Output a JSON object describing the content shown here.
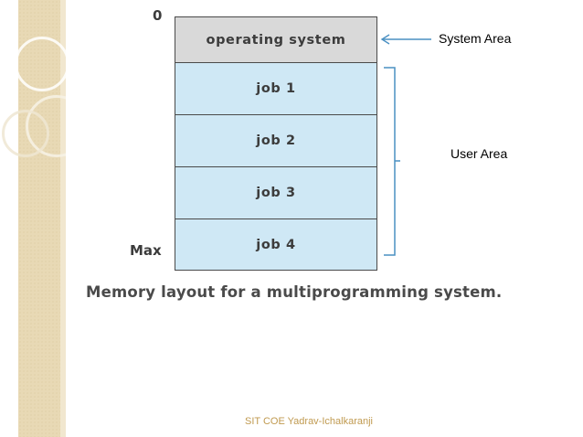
{
  "slide": {
    "caption": "Memory layout for a multiprogramming system.",
    "footer": "SIT COE Yadrav-Ichalkaranji"
  },
  "diagram": {
    "top_label": "0",
    "bottom_label": "Max",
    "blocks": [
      {
        "label": "operating system",
        "type": "system",
        "color": "#d9d9d9"
      },
      {
        "label": "job 1",
        "type": "user",
        "color": "#cfe8f5"
      },
      {
        "label": "job 2",
        "type": "user",
        "color": "#cfe8f5"
      },
      {
        "label": "job 3",
        "type": "user",
        "color": "#cfe8f5"
      },
      {
        "label": "job 4",
        "type": "user",
        "color": "#cfe8f5"
      }
    ]
  },
  "annotations": {
    "system_area": "System Area",
    "user_area": "User Area"
  },
  "theme": {
    "band_color": "#e8d9b5",
    "border_color": "#4a4a4a",
    "annotation_color": "#4a90c2",
    "footer_color": "#c09a50"
  }
}
